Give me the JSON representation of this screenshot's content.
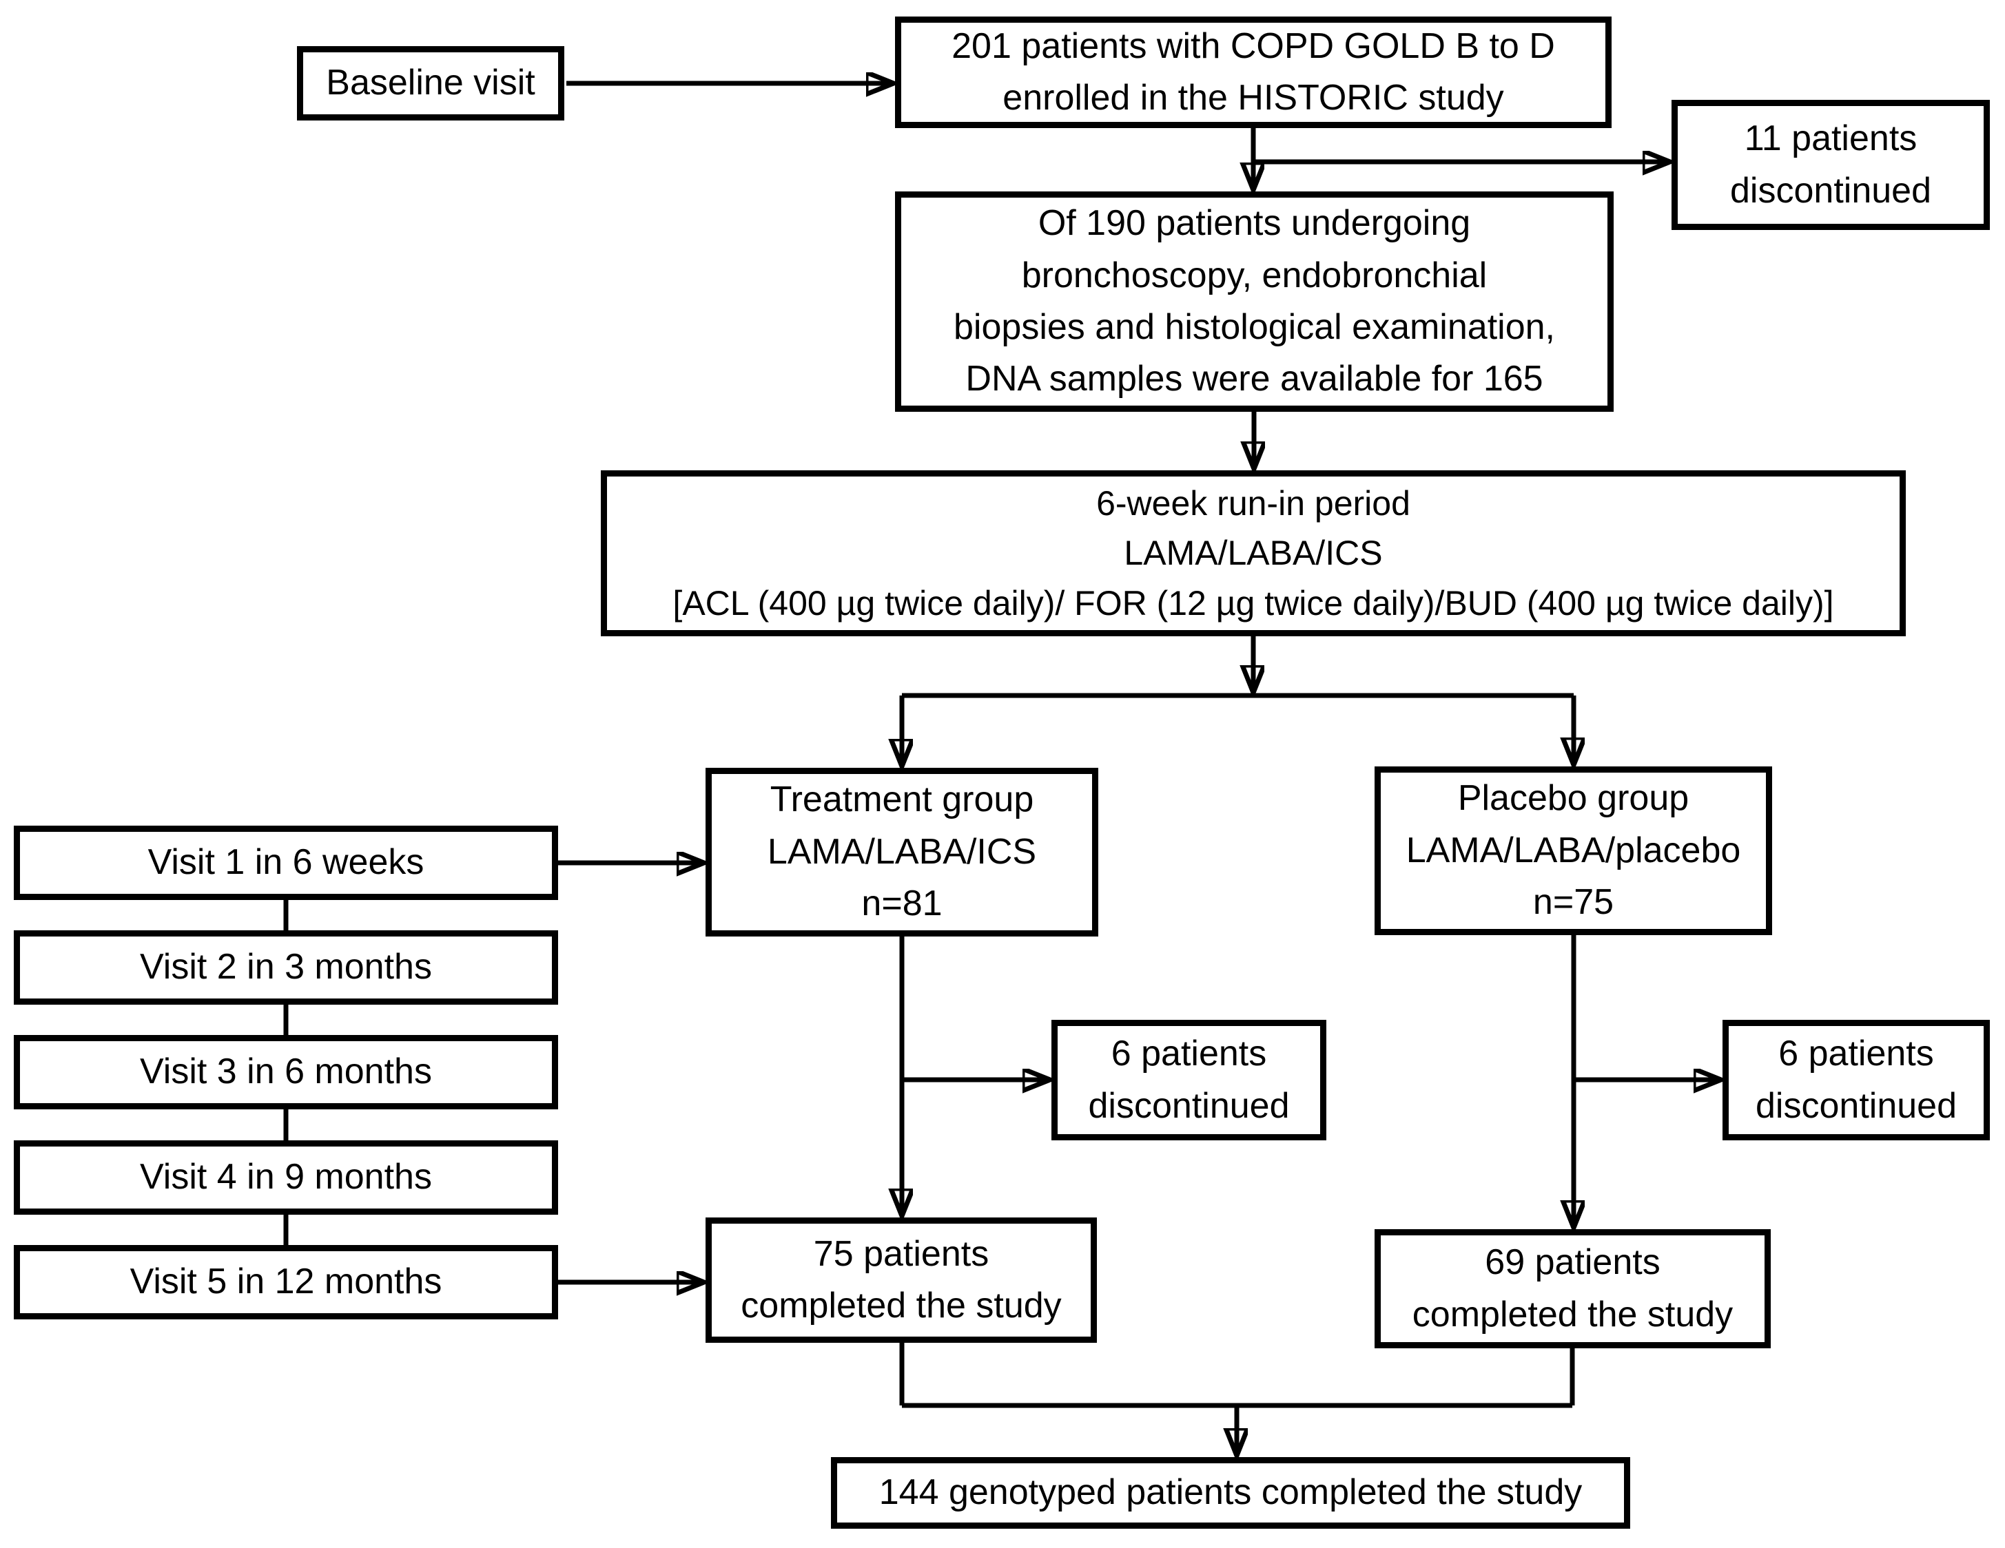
{
  "diagram": {
    "title_hint": "HISTORIC study patient flow chart",
    "colors": {
      "background": "#ffffff",
      "box_border": "#000000",
      "text": "#000000",
      "arrow": "#000000"
    },
    "boxes": {
      "baseline": "Baseline visit",
      "enrolled": "201 patients with COPD GOLD B to D\nenrolled in the HISTORIC study",
      "discontinued_11": "11 patients\ndiscontinued",
      "dna": "Of 190 patients undergoing\nbronchoscopy, endobronchial\nbiopsies and histological examination,\nDNA samples were available for 165",
      "runin": "6-week run-in period\nLAMA/LABA/ICS\n[ACL (400 µg twice daily)/ FOR (12 µg twice daily)/BUD (400 µg twice daily)]",
      "treatment": "Treatment group\nLAMA/LABA/ICS\nn=81",
      "placebo": "Placebo group\nLAMA/LABA/placebo\nn=75",
      "visit1": "Visit 1 in 6 weeks",
      "visit2": "Visit 2 in 3 months",
      "visit3": "Visit 3 in 6 months",
      "visit4": "Visit 4 in 9 months",
      "visit5": "Visit 5 in 12 months",
      "discontinued_treatment": "6 patients\ndiscontinued",
      "discontinued_placebo": "6 patients\ndiscontinued",
      "completed_treatment": "75 patients\ncompleted the study",
      "completed_placebo": "69 patients\ncompleted the study",
      "completed_total": "144 genotyped patients completed the study"
    }
  }
}
